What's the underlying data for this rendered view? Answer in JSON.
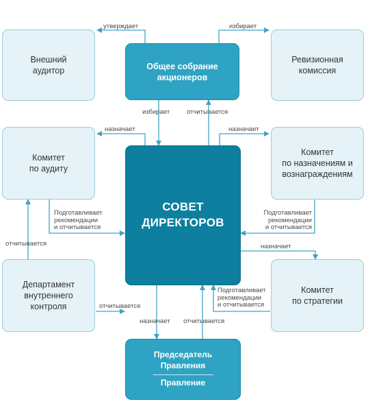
{
  "colors": {
    "accent_dark": "#0e7f9e",
    "accent": "#2ea3c3",
    "box_fill": "#e5f2f7",
    "box_border": "#9bcbdd",
    "arrow": "#3fa3c6"
  },
  "nodes": {
    "external_auditor": "Внешний\nаудитор",
    "shareholders_meeting": "Общее собрание\nакционеров",
    "audit_commission": "Ревизионная\nкомиссия",
    "audit_committee": "Комитет\nпо аудиту",
    "board": "СОВЕТ\nДИРЕКТОРОВ",
    "nomination_committee": "Комитет\nпо назначениям и\nвознаграждениям",
    "internal_control": "Департамент\nвнутреннего\nконтроля",
    "strategy_committee": "Комитет\nпо стратегии",
    "chairman": "Председатель\nПравления",
    "management_board": "Правление"
  },
  "edges": {
    "approves": "утверждает",
    "elects_commission": "избирает",
    "elects_board": "избирает",
    "reports_board_to_meeting": "отчитывается",
    "appoints_audit": "назначает",
    "appoints_nomination": "назначает",
    "prepares_audit": "Подготавливает\nрекомендации\nи отчитывается",
    "prepares_nomination": "Подготавливает\nрекомендации\nи отчитывается",
    "reports_control_to_audit": "отчитывается",
    "appoints_strategy": "назначает",
    "reports_control_to_board": "отчитывается",
    "prepares_strategy": "Подготавливает\nрекомендации\nи отчитывается",
    "appoints_chairman": "назначает",
    "reports_chairman": "отчитывается"
  }
}
